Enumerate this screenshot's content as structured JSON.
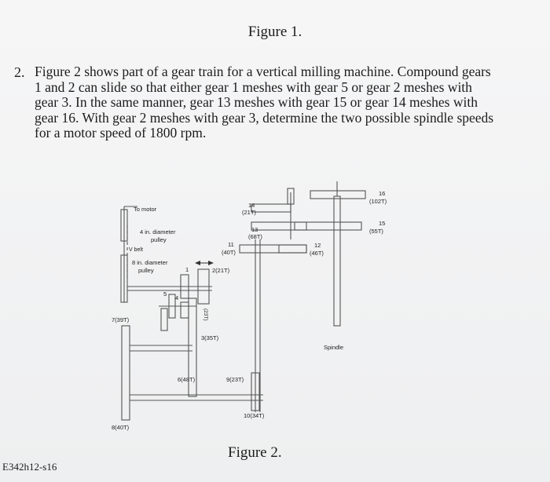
{
  "figure1_caption": "Figure 1.",
  "question": {
    "number": "2.",
    "lines": [
      "Figure 2 shows part of a gear train for a vertical milling machine. Compound gears",
      "1 and 2 can slide so that either gear 1 meshes with gear 5 or gear 2 meshes with",
      "gear 3. In the same manner, gear 13 meshes with gear 15 or gear 14 meshes with",
      "gear 16. With gear 2 meshes with gear 3, determine the two possible spindle speeds",
      "for a motor speed of 1800 rpm."
    ]
  },
  "diagram": {
    "labels": {
      "to_motor": "To motor",
      "small_pulley": "4 in. diameter",
      "small_pulley_2": "pulley",
      "v_belt": "V belt",
      "large_pulley": "8 in. diameter",
      "large_pulley_2": "pulley",
      "gear1": "1",
      "gear2": "2(21T)",
      "gear4": "4",
      "gear5": "5",
      "gear_23t": "(23T)",
      "gear7": "7(39T)",
      "gear3": "3(35T)",
      "gear6": "6(48T)",
      "gear8": "8(40T)",
      "gear9": "9(23T)",
      "gear10": "10(34T)",
      "gear11_num": "11",
      "gear11_teeth": "(40T)",
      "gear12_num": "12",
      "gear12_teeth": "(46T)",
      "gear13_num": "13",
      "gear13_teeth": "(68T)",
      "gear14_num": "14",
      "gear14_teeth": "(21T)",
      "gear15_num": "15",
      "gear15_teeth": "(55T)",
      "gear16_num": "16",
      "gear16_teeth": "(102T)",
      "spindle": "Spindle"
    }
  },
  "figure2_caption": "Figure 2.",
  "footer_code": "E342h12-s16"
}
